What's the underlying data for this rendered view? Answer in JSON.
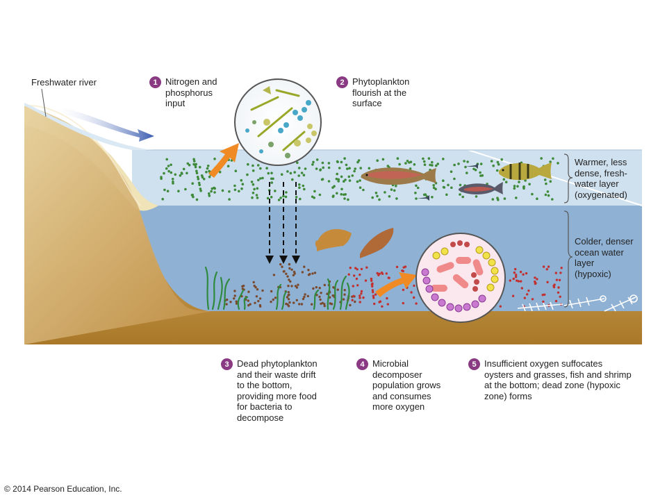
{
  "labels": {
    "freshwater_river": "Freshwater river",
    "warm_layer": "Warmer, less\ndense, fresh-\nwater layer\n(oxygenated)",
    "cold_layer": "Colder, denser\nocean water\nlayer\n(hypoxic)"
  },
  "steps": [
    {
      "number": "1",
      "text": "Nitrogen and\nphosphorus\ninput"
    },
    {
      "number": "2",
      "text": "Phytoplankton\nflourish at the\nsurface"
    },
    {
      "number": "3",
      "text": "Dead phytoplankton\nand their waste drift\nto the bottom,\nproviding more food\nfor bacteria to\ndecompose"
    },
    {
      "number": "4",
      "text": "Microbial\ndecomposer\npopulation grows\nand consumes\nmore oxygen"
    },
    {
      "number": "5",
      "text": "Insufficient oxygen suffocates\noysters and grasses, fish and shrimp\nat the bottom; dead zone (hypoxic\nzone) forms"
    }
  ],
  "copyright": "© 2014 Pearson Education, Inc.",
  "colors": {
    "warm_water": "#cfe0ee",
    "cold_water": "#8fb1d4",
    "sediment": "#c79a4e",
    "phytoplankton": "#3e8a3a",
    "dead_matter": "#7a4a2e",
    "bacteria_dots": "#c23030",
    "arrow_orange": "#f08a24",
    "badge": "#8a3a82"
  }
}
